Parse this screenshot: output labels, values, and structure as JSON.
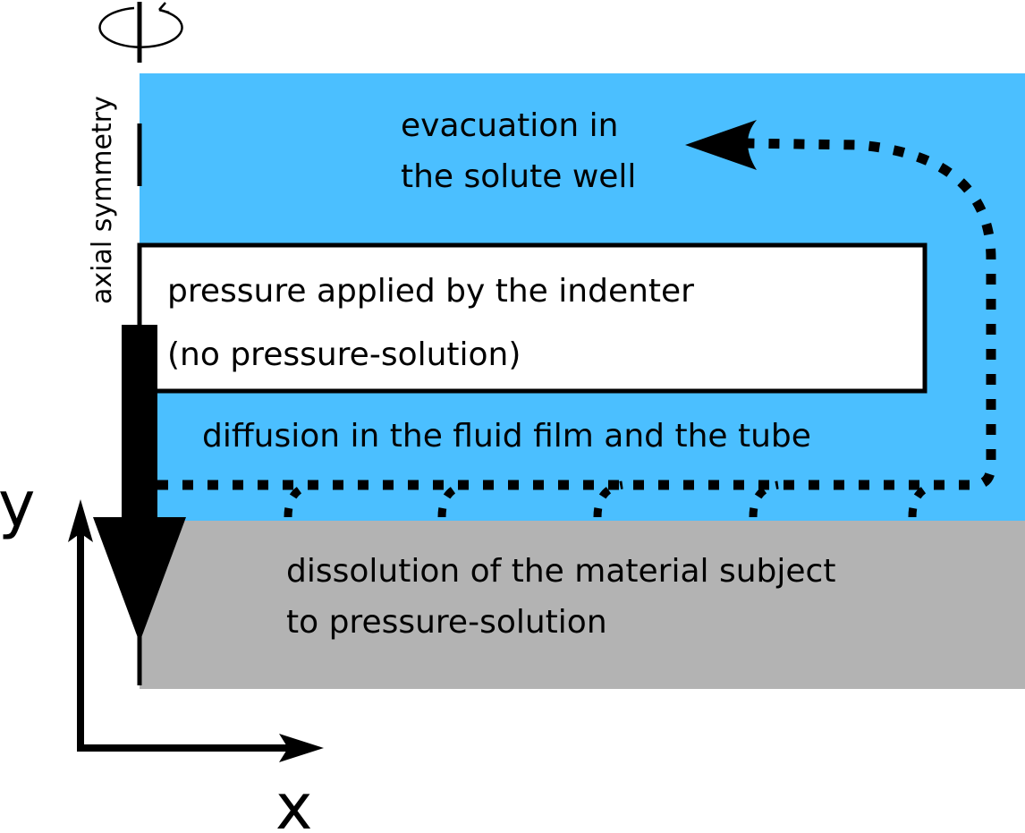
{
  "diagram": {
    "colors": {
      "fluid": "#4bbfff",
      "material": "#b3b3b3",
      "indenter": "#ffffff",
      "ink": "#000000"
    },
    "labels": {
      "axial_symmetry": "axial symmetry",
      "evacuation": [
        "evacuation in",
        "the solute well"
      ],
      "indenter": [
        "pressure applied by the indenter",
        "(no pressure-solution)"
      ],
      "diffusion": "diffusion in the fluid film and the tube",
      "dissolution": [
        "dissolution of the material subject",
        "to pressure-solution"
      ],
      "axis_y": "y",
      "axis_x": "x"
    },
    "icons": {
      "rotation": "rotation-arrow-icon",
      "load": "down-arrow-icon",
      "flow": "dotted-flow-arrow-icon"
    }
  }
}
